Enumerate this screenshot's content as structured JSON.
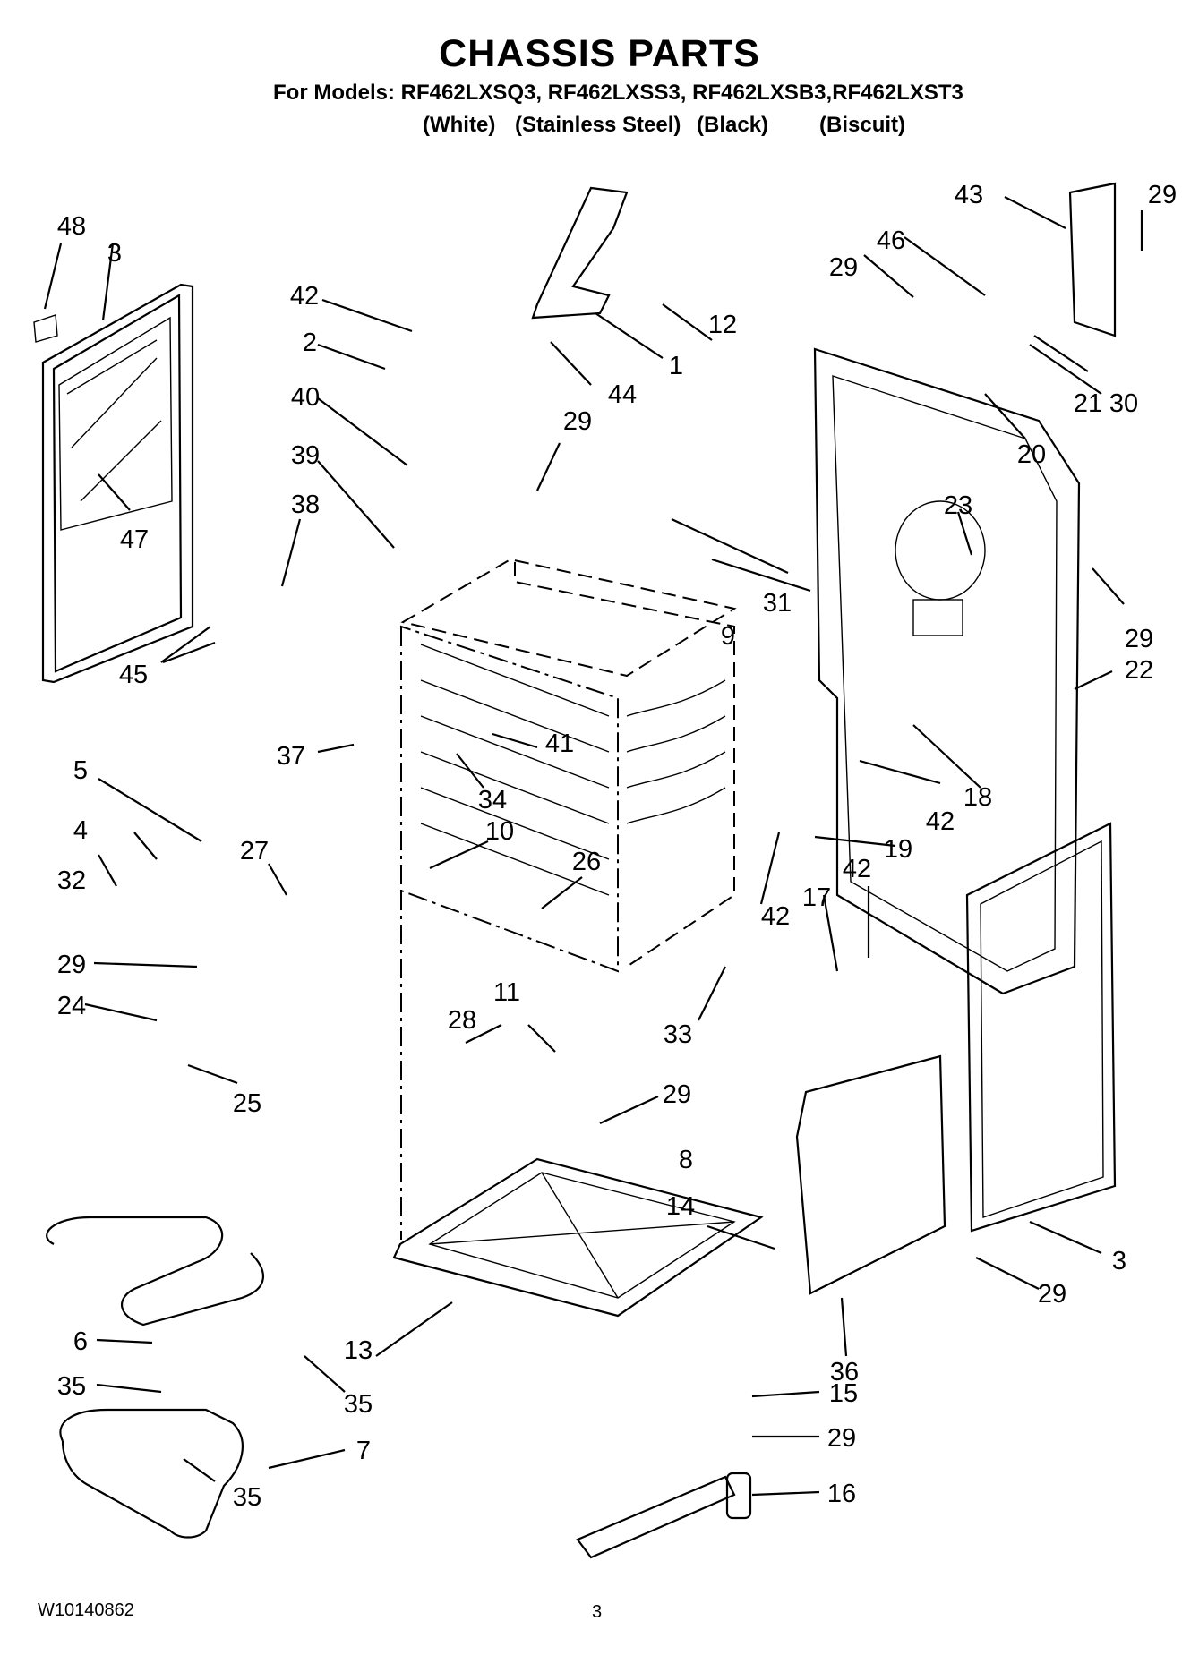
{
  "header": {
    "title": "CHASSIS PARTS",
    "models_line": "For Models: RF462LXSQ3, RF462LXSS3, RF462LXSB3,RF462LXST3",
    "colors": [
      "(White)",
      "(Stainless Steel)",
      "(Black)",
      "(Biscuit)"
    ]
  },
  "callouts": [
    "48",
    "3",
    "42",
    "2",
    "40",
    "39",
    "38",
    "47",
    "45",
    "37",
    "41",
    "34",
    "5",
    "4",
    "32",
    "27",
    "10",
    "26",
    "29",
    "24",
    "25",
    "6",
    "35",
    "35",
    "7",
    "35",
    "13",
    "11",
    "28",
    "29",
    "33",
    "14",
    "12",
    "1",
    "44",
    "29",
    "29",
    "43",
    "46",
    "29",
    "21",
    "30",
    "20",
    "23",
    "31",
    "9",
    "22",
    "29",
    "18",
    "42",
    "19",
    "42",
    "17",
    "42",
    "8",
    "3",
    "29",
    "36",
    "15",
    "29",
    "16"
  ],
  "footer": {
    "doc_number": "W10140862",
    "page": "3"
  }
}
